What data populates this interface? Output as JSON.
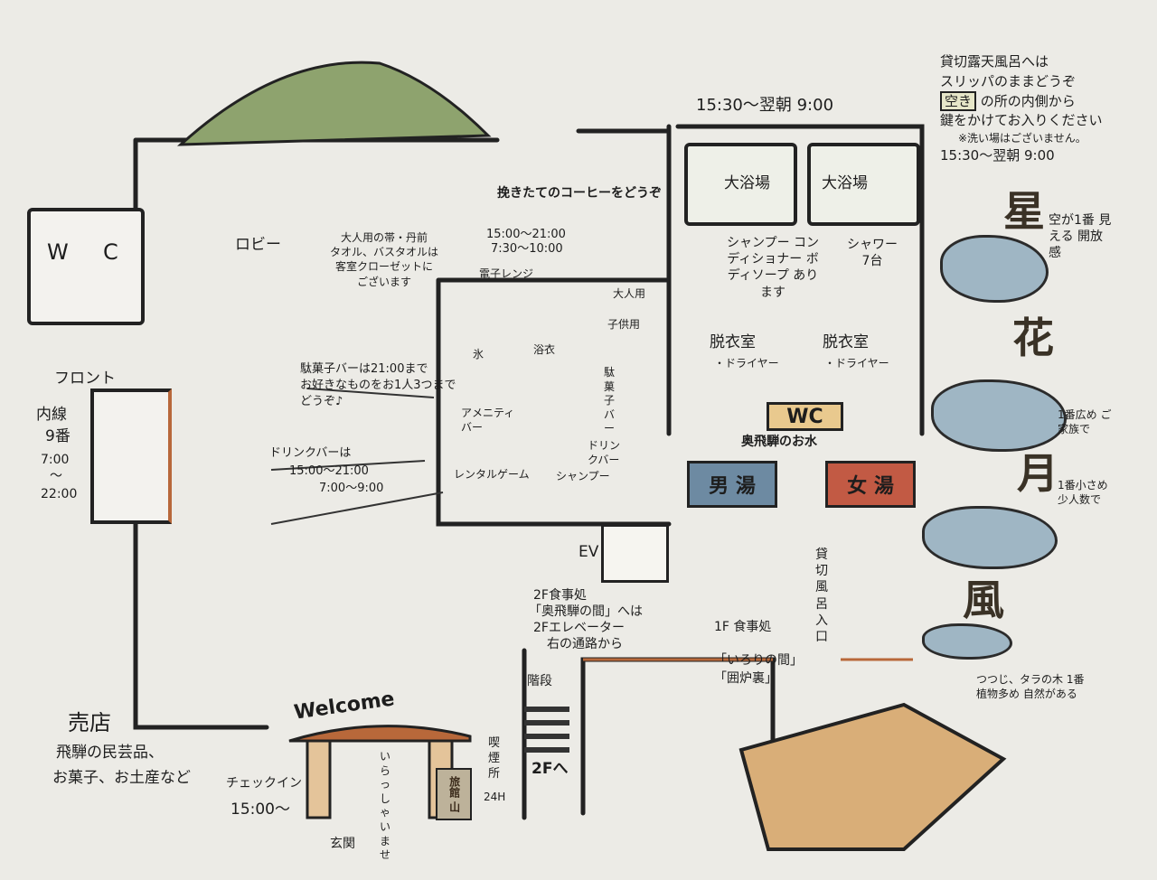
{
  "colors": {
    "paper": "#ecebe6",
    "wall": "#222222",
    "wood": "#b8683a",
    "men": "#43617a",
    "women": "#b04a36",
    "water": "#9fb6c4",
    "green": "#8ea36e"
  },
  "top_hours": "15:30〜翌朝 9:00",
  "private_bath_notice": {
    "line1": "貸切露天風呂へは",
    "line2": "スリッパのままどうぞ",
    "vacant_badge": "空き",
    "line3": "の所の内側から",
    "line4": "鍵をかけてお入りください",
    "line5": "※洗い場はございません。",
    "hours": "15:30〜翌朝 9:00"
  },
  "private_baths": [
    {
      "name": "星",
      "note": "空が1番 見える 開放感"
    },
    {
      "name": "花",
      "note": "1番広め ご家族で"
    },
    {
      "name": "月",
      "note": "1番小さめ 少人数で"
    },
    {
      "name": "風",
      "note": "つつじ、タラの木 1番植物多め 自然がある"
    }
  ],
  "baths": {
    "left_name": "大浴場",
    "right_name": "大浴場",
    "amenities": "シャンプー コンディショナー ボディソープ あります",
    "showers": "シャワー 7台",
    "dressing_left": "脱衣室",
    "dressing_right": "脱衣室",
    "dryer_left": "・ドライヤー",
    "dryer_right": "・ドライヤー",
    "wc": "WC",
    "water": "奥飛騨のお水",
    "men": "男 湯",
    "women": "女 湯",
    "private_entrance": "貸切風呂入口"
  },
  "dining": {
    "first_floor": "1F 食事処",
    "first_room": "「いろりの間」",
    "first_sub": "「囲炉裏」",
    "second_floor": "2F食事処",
    "second_room": "「奥飛騨の間」へは",
    "second_dir1": "2Fエレベーター",
    "second_dir2": "右の通路から"
  },
  "stairs": {
    "label": "階段",
    "to": "2Fへ"
  },
  "ev": "EV",
  "smoking": {
    "label": "喫煙所",
    "hours": "24H"
  },
  "entrance": {
    "label": "玄関",
    "welcome": "Welcome",
    "greeting": "いらっしゃいませ",
    "checkin": "チェックイン",
    "checkin_time": "15:00〜",
    "sign_text": "旅館 山"
  },
  "shop": {
    "title": "売店",
    "line1": "飛騨の民芸品、",
    "line2": "お菓子、お土産など"
  },
  "front": {
    "title": "フロント",
    "ext": "内線",
    "ext_num": "9番",
    "open": "7:00",
    "sep": "〜",
    "close": "22:00"
  },
  "lobby": {
    "wc": "WC",
    "wc_w": "W",
    "wc_c": "C",
    "label": "ロビー"
  },
  "coffee": {
    "title": "挽きたてのコーヒーをどうぞ",
    "hours1": "15:00〜21:00",
    "hours2": "7:30〜10:00"
  },
  "room_note": {
    "line1": "大人用の帯・丹前",
    "line2": "タオル、バスタオルは",
    "line3": "客室クローゼットに",
    "line4": "ございます"
  },
  "corner_labels": {
    "microwave": "電子レンジ",
    "ice": "氷",
    "yukata": "浴衣",
    "adult": "大人用",
    "child": "子供用",
    "dagashi_bar": "駄菓子バー",
    "amenity_bar": "アメニティバー",
    "drink_bar": "ドリンクバー",
    "rental_game": "レンタルゲーム",
    "shampoo": "シャンプー"
  },
  "dagashi_note": {
    "line1": "駄菓子バーは21:00まで",
    "line2": "お好きなものをお1人3つまで",
    "line3": "どうぞ♪"
  },
  "drink_note": {
    "title": "ドリンクバーは",
    "hours1": "15:00〜21:00",
    "hours2": "7:00〜9:00"
  }
}
